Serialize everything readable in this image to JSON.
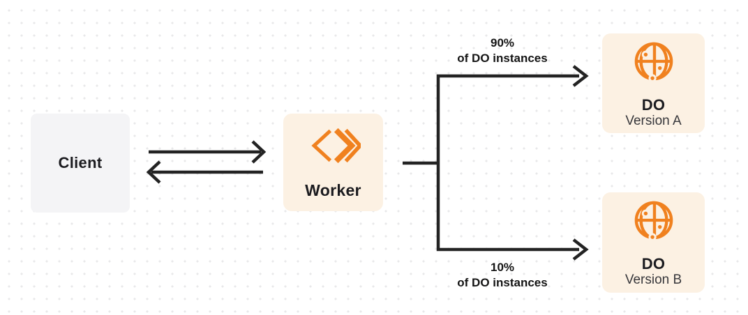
{
  "nodes": {
    "client": {
      "label": "Client"
    },
    "worker": {
      "label": "Worker",
      "icon": "workers-chevrons-icon"
    },
    "do_a": {
      "title": "DO",
      "subtitle": "Version A",
      "icon": "durable-object-globe-icon"
    },
    "do_b": {
      "title": "DO",
      "subtitle": "Version B",
      "icon": "durable-object-globe-icon"
    }
  },
  "edges": {
    "client_worker": {
      "type": "bidirectional-arrows"
    },
    "to_do_a": {
      "percent": "90%",
      "caption": "of DO instances"
    },
    "to_do_b": {
      "percent": "10%",
      "caption": "of DO instances"
    }
  },
  "colors": {
    "accent_orange": "#F0811F",
    "node_cream": "#FCF1E3",
    "node_gray": "#F4F4F6",
    "wire_dark": "#232323",
    "dot_grid": "#E8E8EA",
    "background": "#FFFFFF"
  }
}
